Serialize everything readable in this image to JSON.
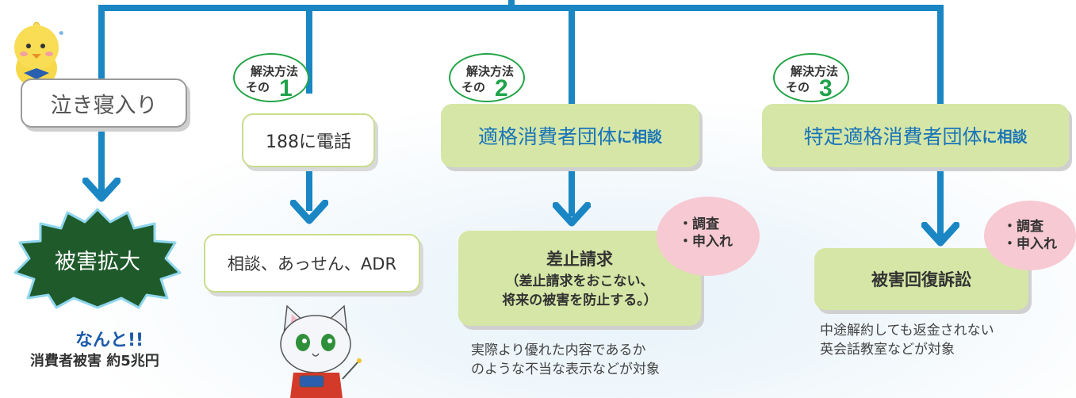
{
  "cry_box": {
    "label": "泣き寝入り"
  },
  "damage": {
    "label": "被害拡大"
  },
  "stat": {
    "line1": "なんと!!",
    "line2": "消費者被害 約5兆円"
  },
  "methods": [
    {
      "badge_title": "解決方法",
      "badge_sub": "その",
      "badge_num": "1",
      "top_label": "188に電話",
      "result_label": "相談、あっせん、ADR"
    },
    {
      "badge_title": "解決方法",
      "badge_sub": "その",
      "badge_num": "2",
      "top_label_main": "適格消費者団体",
      "top_label_suffix": "に相談",
      "result_title": "差止請求",
      "result_sub1": "（差止請求をおこない、",
      "result_sub2": "将来の被害を防止する。）",
      "pink_line1": "・調査",
      "pink_line2": "・申入れ",
      "note_line1": "実際より優れた内容であるか",
      "note_line2": "のような不当な表示などが対象"
    },
    {
      "badge_title": "解決方法",
      "badge_sub": "その",
      "badge_num": "3",
      "top_label_main": "特定適格消費者団体",
      "top_label_suffix": "に相談",
      "result_title": "被害回復訴訟",
      "pink_line1": "・調査",
      "pink_line2": "・申入れ",
      "note_line1": "中途解約しても返金されない",
      "note_line2": "英会話教室などが対象"
    }
  ],
  "colors": {
    "line": "#1a86c4",
    "green_box": "#d6e6a6",
    "pink": "#f7c9d2",
    "badge_number": "#1fa34a",
    "starburst": "#1f5a2a"
  },
  "icons": [
    "chick-mascot-icon",
    "cat-mascot-icon",
    "down-arrow-icon"
  ]
}
